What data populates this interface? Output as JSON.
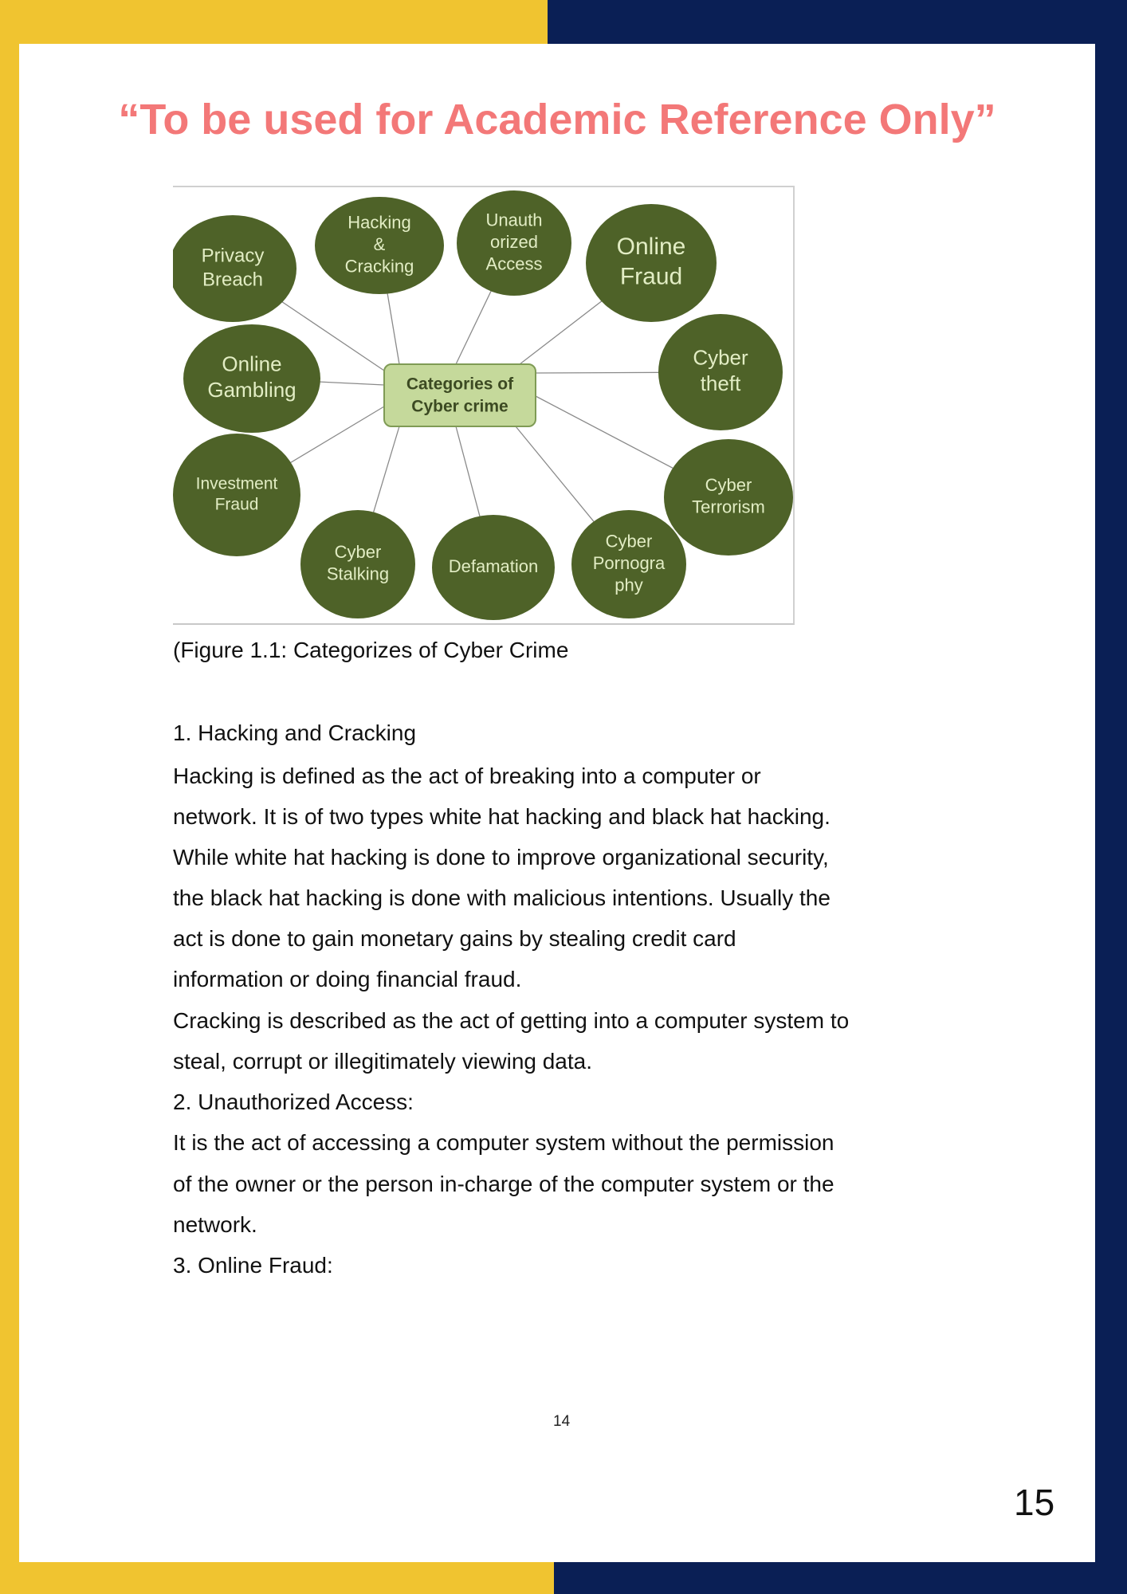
{
  "diagram": {
    "center": [
      "Categories of",
      "Cyber crime"
    ],
    "nodes": [
      {
        "lines": [
          "Privacy",
          "Breach"
        ]
      },
      {
        "lines": [
          "Hacking",
          "&",
          "Cracking"
        ]
      },
      {
        "lines": [
          "Unauth",
          "orized",
          "Access"
        ]
      },
      {
        "lines": [
          "Online",
          "Fraud"
        ]
      },
      {
        "lines": [
          "Cyber",
          "theft"
        ]
      },
      {
        "lines": [
          "Cyber",
          "Terrorism"
        ]
      },
      {
        "lines": [
          "Cyber",
          "Pornogra",
          "phy"
        ]
      },
      {
        "lines": [
          "Defamation"
        ]
      },
      {
        "lines": [
          "Cyber",
          "Stalking"
        ]
      },
      {
        "lines": [
          "Investment",
          "Fraud"
        ]
      },
      {
        "lines": [
          "Online",
          "Gambling"
        ]
      }
    ],
    "colors": {
      "node": "#4e6228",
      "node_text": "#e2edc4",
      "center_fill": "#c5d99b",
      "center_text": "#3c4a22"
    }
  },
  "caption": "(Figure 1.1: Categorizes of Cyber Crime",
  "body_lines": [
    "1. Hacking and Cracking",
    "Hacking is defined as the act of breaking into a computer or",
    "network. It is of two types white hat hacking and black hat hacking.",
    "While white hat hacking is done to improve organizational security,",
    "the black hat hacking is done with malicious intentions. Usually the",
    "act is done to gain monetary gains by stealing credit card",
    "information or doing financial fraud.",
    "Cracking is described as the act of getting into a computer system to",
    "steal, corrupt or illegitimately viewing data.",
    "2. Unauthorized Access:",
    "It is the act of accessing a computer system without the permission",
    "of the owner or the person in-charge of the computer system or the",
    "network.",
    "3. Online Fraud:"
  ],
  "page_number_inner": "14",
  "page_number_outer": "15",
  "watermark": "“To be used for Academic Reference Only”"
}
